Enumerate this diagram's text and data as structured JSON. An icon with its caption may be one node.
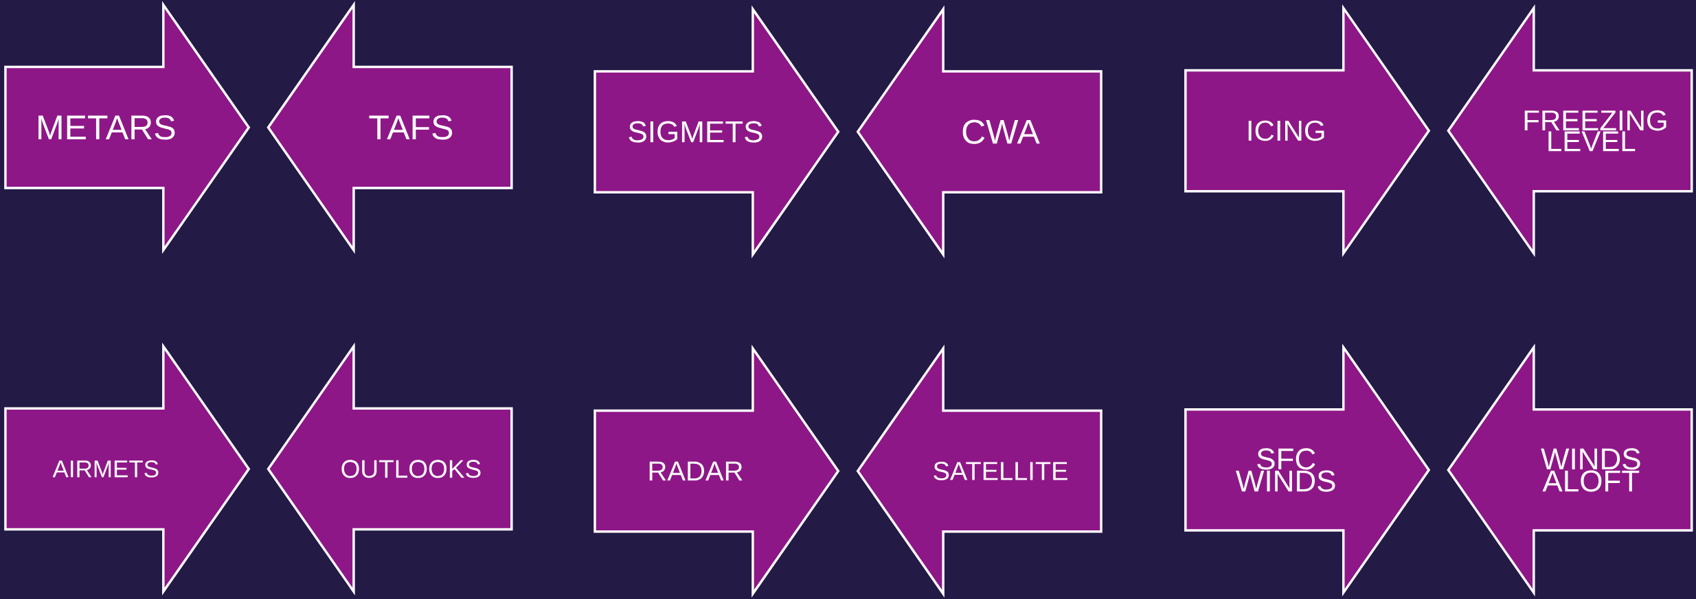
{
  "diagram": {
    "nodes": [
      {
        "text": [
          "METARS"
        ]
      },
      {
        "text": [
          "TAFS"
        ]
      },
      {
        "text": [
          "SIGMETS"
        ]
      },
      {
        "text": [
          "CWA"
        ]
      },
      {
        "text": [
          "ICING"
        ]
      },
      {
        "text": [
          "FREEZING LEVEL"
        ]
      },
      {
        "text": [
          "AIRMETS"
        ]
      },
      {
        "text": [
          "OUTLOOKS"
        ]
      },
      {
        "text": [
          "RADAR"
        ]
      },
      {
        "text": [
          "SATELLITE"
        ]
      },
      {
        "text": [
          "SFC WINDS"
        ]
      },
      {
        "text": [
          "WINDS ALOFT"
        ]
      }
    ]
  }
}
